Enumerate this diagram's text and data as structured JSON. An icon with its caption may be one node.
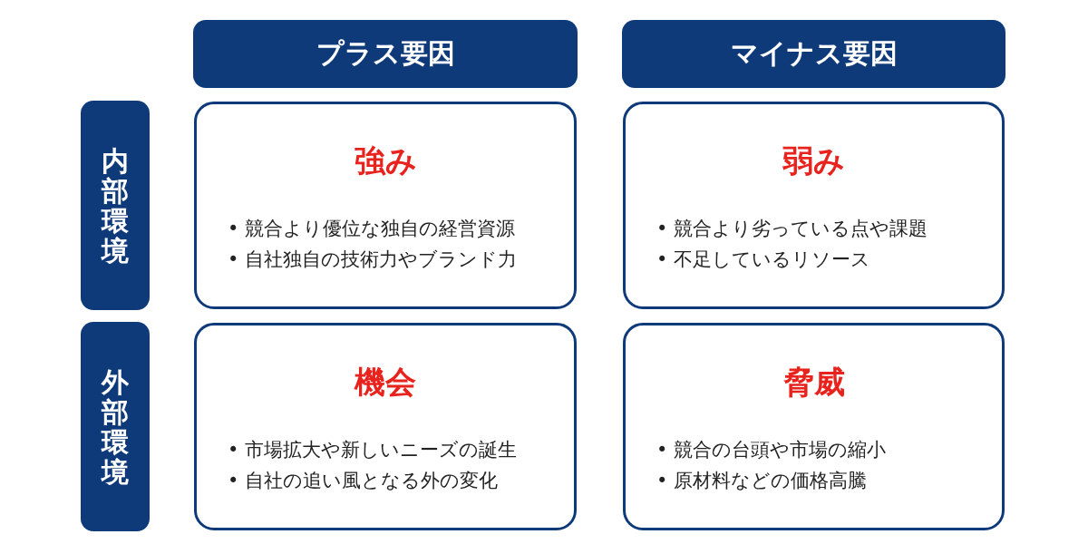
{
  "diagram": {
    "nodes": [
      {
        "text": [
          "プラス要因"
        ]
      },
      {
        "text": [
          "マイナス要因"
        ]
      },
      {
        "text": [
          "内部環境"
        ]
      },
      {
        "text": [
          "強み",
          "• 競合より優位な独自の経営資源",
          "• 自社独自の技術力やブランド力"
        ]
      },
      {
        "text": [
          "弱み",
          "• 競合より劣っている点や課題",
          "• 不足しているリソース"
        ]
      },
      {
        "text": [
          "外部環境"
        ]
      },
      {
        "text": [
          "機会",
          "• 市場拡大や新しいニーズの誕生",
          "• 自社の追い風となる外の変化"
        ]
      },
      {
        "text": [
          "脅威",
          "• 競合の台頭や市場の縮小",
          "• 原材料などの価格高騰"
        ]
      }
    ]
  }
}
